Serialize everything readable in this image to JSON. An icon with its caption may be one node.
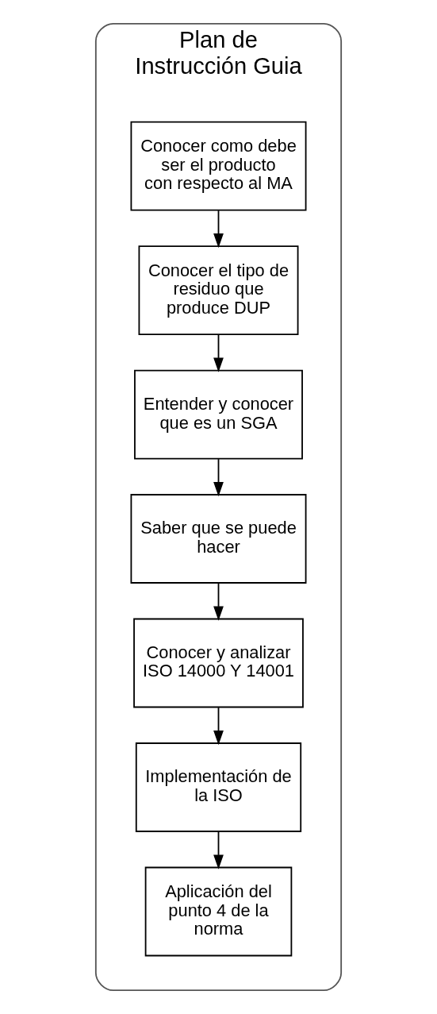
{
  "diagram": {
    "nodes": [
      {
        "text": [
          "Plan de Instrucción Guia"
        ]
      },
      {
        "text": [
          "Conocer como debe ser el producto con respecto al MA"
        ],
        "in": 0
      },
      {
        "text": [
          "Conocer el tipo de residuo que produce DUP"
        ],
        "in": 0
      },
      {
        "text": [
          "Entender y conocer que es un SGA"
        ],
        "in": 0
      },
      {
        "text": [
          "Saber que se puede hacer"
        ],
        "in": 0
      },
      {
        "text": [
          "Conocer y analizar ISO 14000 Y 14001"
        ],
        "in": 0
      },
      {
        "text": [
          "Implementación de la ISO"
        ],
        "in": 0
      },
      {
        "text": [
          "Aplicación del punto 4 de la norma"
        ],
        "in": 0
      }
    ],
    "edges": [
      {
        "from": 1,
        "to": 2,
        "arrow": "to"
      },
      {
        "from": 2,
        "to": 3,
        "arrow": "to"
      },
      {
        "from": 3,
        "to": 4,
        "arrow": "to"
      },
      {
        "from": 4,
        "to": 5,
        "arrow": "to"
      },
      {
        "from": 5,
        "to": 6,
        "arrow": "to"
      },
      {
        "from": 6,
        "to": 7,
        "arrow": "to"
      }
    ]
  }
}
